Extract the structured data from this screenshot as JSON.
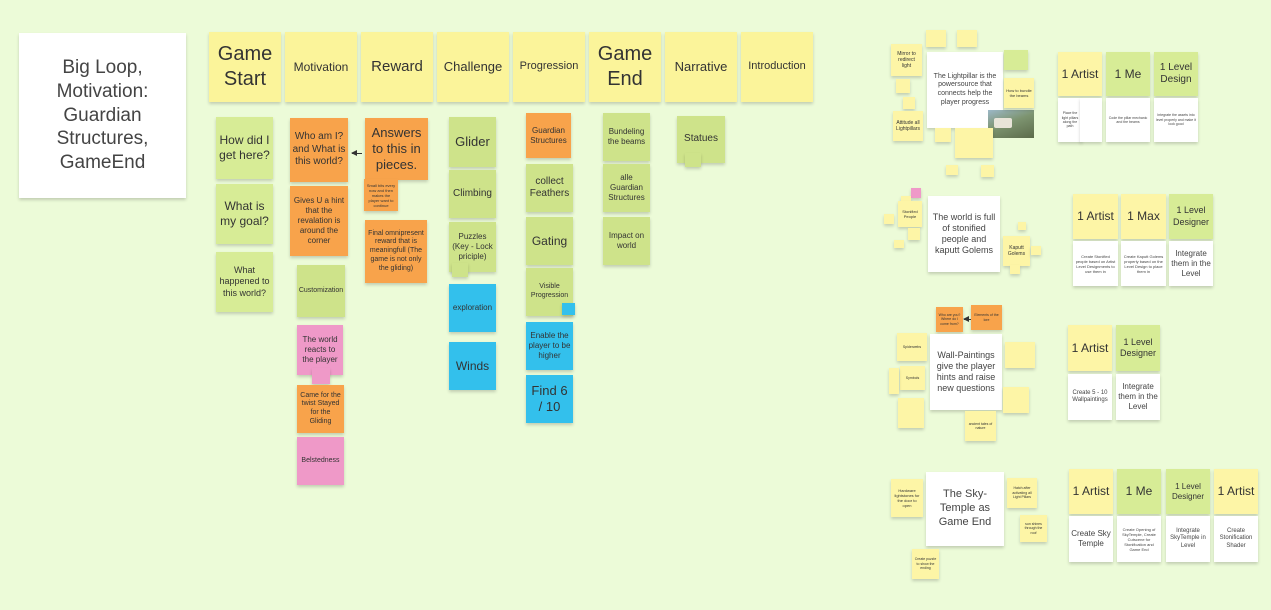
{
  "title_card": {
    "text": "Big Loop, Motivation: Guardian Structures, GameEnd"
  },
  "columns": {
    "game_start": "Game Start",
    "motivation": "Motivation",
    "reward": "Reward",
    "challenge": "Challenge",
    "progression": "Progression",
    "game_end": "Game End",
    "narrative": "Narrative",
    "introduction": "Introduction"
  },
  "notes": {
    "how_did_i_get_here": "How did I get here?",
    "what_is_my_goal": "What is my goal?",
    "what_happened": "What happened to this world?",
    "who_am_i": "Who am I? and What is this world?",
    "gives_hint": "Gives U a hint that the revalation is around the corner",
    "customization": "Customization",
    "world_reacts": "The world reacts to the player",
    "came_for_twist": "Came for the twist Stayed for the Gliding",
    "belstedness": "Belstedness",
    "answers_in_pieces": "Answers to this in pieces.",
    "reward_small": "Small bits every now and then makes the player want to continue",
    "final_reward": "Final omnipresent reward that is meaningfull (The game is not only the gliding)",
    "glider": "Glider",
    "climbing": "Climbing",
    "puzzles": "Puzzles (Key - Lock priciple)",
    "exploration": "exploration",
    "winds": "Winds",
    "guardian_structures": "Guardian Structures",
    "collect_feathers": "collect Feathers",
    "gating": "Gating",
    "visible_progression": "Visible Progression",
    "enable_higher": "Enable the player to be higher",
    "find_6_10": "Find 6 / 10",
    "bundeling": "Bundeling the beams",
    "alle_guardian": "alle Guardian Structures",
    "impact_world": "Impact on world",
    "statues": "Statues"
  },
  "clusters": {
    "lightpillar": {
      "main": "The Lightpillar is the powersource that connects help the player progress",
      "mirror": "Mirror to redirect light",
      "attitude": "Attitude all Lightpillars",
      "bundle": "How to bundle the beams"
    },
    "stonified": {
      "main": "The world is full of stonified people and kaputt Golems",
      "stonified_people": "Stonified People",
      "kaputt_golems": "Kaputt Golems"
    },
    "wallpaint": {
      "main": "Wall-Paintings give the player hints and raise new questions",
      "sprechmuster": "Who are you? Where do I come from?",
      "elemente": "Elements of the lore",
      "seilbild": "Spiderwebs",
      "symbol": "Symbols",
      "lower": "ancient tales of nature"
    },
    "skytemple": {
      "main": "The Sky-Temple as Game End",
      "hardware": "Hardware lightstones for the door to open",
      "hatch": "Hatch after activating all Light Pillars",
      "crossroad": "sun shines through the roof",
      "puzzle": "Create puzzle to show the ending"
    }
  },
  "tasks": {
    "row1": {
      "artist": "1 Artist",
      "me": "1 Me",
      "level_design": "1 Level Design",
      "c1": "Place the light pillars along the path",
      "c2": "Code the pillar mechanic and the beams",
      "c3": "Integrate the assets into level properly and make it look good"
    },
    "row2": {
      "artist": "1 Artist",
      "max": "1 Max",
      "level_designer": "1 Level Designer",
      "c1": "Create Stonified people based on Artist Level Designments to use them in",
      "c2": "Create Kaputt Golems properly based on the Level Design to place them in",
      "c3": "Integrate them in the Level"
    },
    "row3": {
      "artist": "1 Artist",
      "level_designer": "1 Level Designer",
      "c1": "Create 5 - 10 Wallpaintings",
      "c2": "Integrate them in the Level"
    },
    "row4": {
      "artist": "1 Artist",
      "me": "1 Me",
      "level_designer": "1 Level Designer",
      "artist2": "1 Artist",
      "c1": "Create Sky Temple",
      "c2": "Create Opening of SkyTemple, Create Cutscene for Stonification and Game End",
      "c3": "Integrate SkyTemple in Level",
      "c4": "Create Stonification Shader"
    }
  },
  "colors": {
    "background": "#ecfbd8",
    "yellow": "#fbf49a",
    "green": "#cee38a",
    "orange": "#f8a34b",
    "pink": "#ef99c8",
    "blue": "#33c0ec",
    "white": "#ffffff"
  }
}
